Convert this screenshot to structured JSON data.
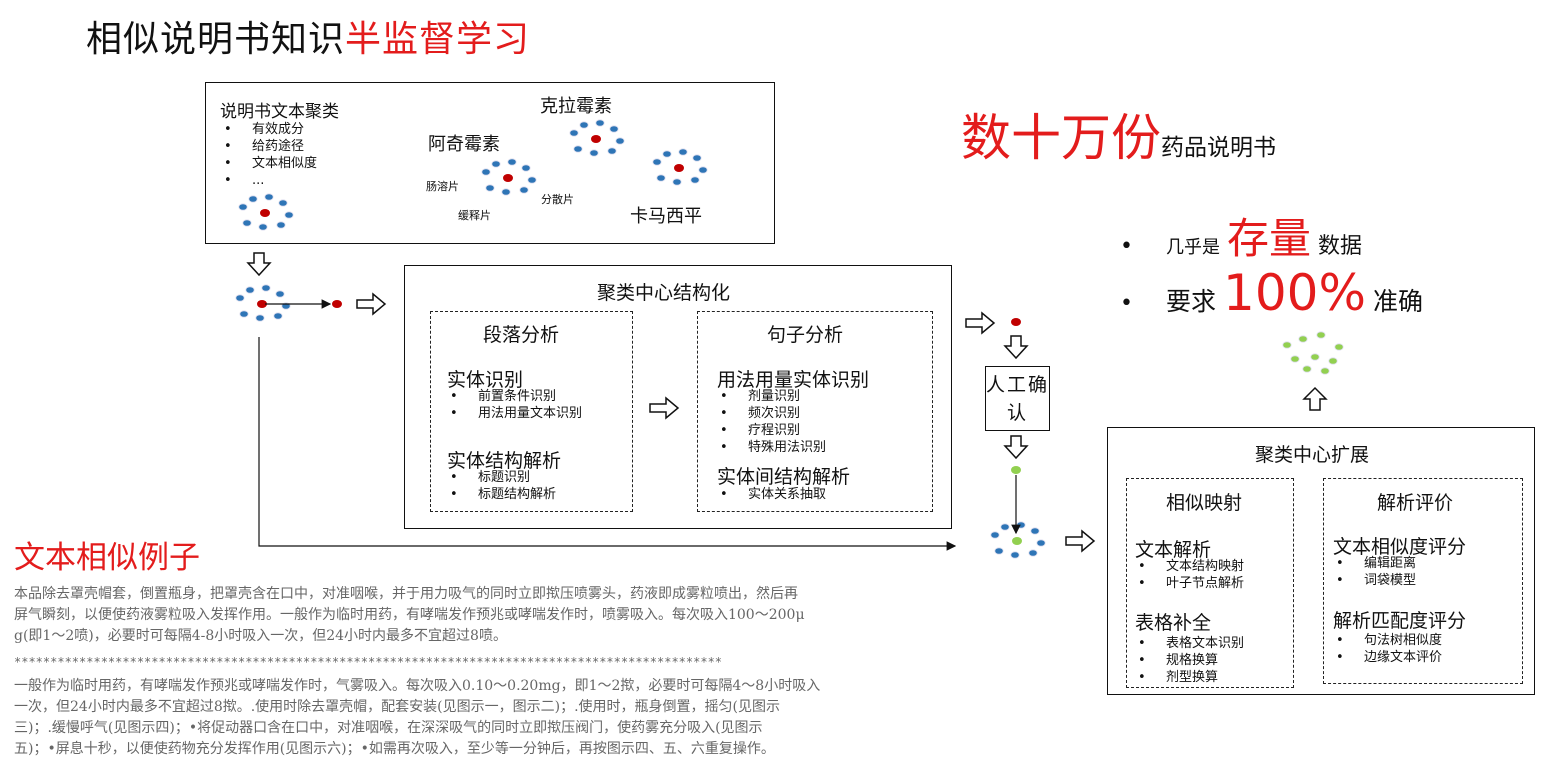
{
  "title": {
    "black": "相似说明书知识",
    "red": "半监督学习"
  },
  "cluster_box": {
    "heading": "说明书文本聚类",
    "bullets": [
      "有效成分",
      "给药途径",
      "文本相似度",
      "..."
    ],
    "drugs": [
      "克拉霉素",
      "阿奇霉素",
      "卡马西平"
    ],
    "forms": [
      "肠溶片",
      "分散片",
      "缓释片"
    ]
  },
  "structure_box": {
    "heading": "聚类中心结构化",
    "paragraph": {
      "title": "段落分析",
      "entity_title": "实体识别",
      "entity_items": [
        "前置条件识别",
        "用法用量文本识别"
      ],
      "struct_title": "实体结构解析",
      "struct_items": [
        "标题识别",
        "标题结构解析"
      ]
    },
    "sentence": {
      "title": "句子分析",
      "entity_title": "用法用量实体识别",
      "entity_items": [
        "剂量识别",
        "频次识别",
        "疗程识别",
        "特殊用法识别"
      ],
      "struct_title": "实体间结构解析",
      "struct_items": [
        "实体关系抽取"
      ]
    }
  },
  "manual_confirm": "人工确认",
  "right_headline": {
    "big": "数十万份",
    "small": "药品说明书"
  },
  "right_points": [
    {
      "pre": "几乎是",
      "big": "存量",
      "post": "数据"
    },
    {
      "pre": "要求",
      "big": "100%",
      "post": "准确"
    }
  ],
  "expand_box": {
    "heading": "聚类中心扩展",
    "mapping": {
      "title": "相似映射",
      "text_title": "文本解析",
      "text_items": [
        "文本结构映射",
        "叶子节点解析"
      ],
      "table_title": "表格补全",
      "table_items": [
        "表格文本识别",
        "规格换算",
        "剂型换算"
      ]
    },
    "evaluation": {
      "title": "解析评价",
      "sim_title": "文本相似度评分",
      "sim_items": [
        "编辑距离",
        "词袋模型"
      ],
      "match_title": "解析匹配度评分",
      "match_items": [
        "句法树相似度",
        "边缘文本评价"
      ]
    }
  },
  "example": {
    "title": "文本相似例子",
    "para1": [
      "本品除去罩壳帽套，倒置瓶身，把罩壳含在口中，对准咽喉，并于用力吸气的同时立即揿压喷雾头，药液即成雾粒喷出，然后再",
      "屏气瞬刻，以便使药液雾粒吸入发挥作用。一般作为临时用药，有哮喘发作预兆或哮喘发作时，喷雾吸入。每次吸入100～200μ",
      "g(即1～2喷)，必要时可每隔4-8小时吸入一次，但24小时内最多不宜超过8喷。"
    ],
    "separator": "**************************************************************************************************",
    "para2": [
      "一般作为临时用药，有哮喘发作预兆或哮喘发作时，气雾吸入。每次吸入0.10～0.20mg，即1～2揿，必要时可每隔4～8小时吸入",
      "一次，但24小时内最多不宜超过8揿。.使用时除去罩壳帽，配套安装(见图示一，图示二)；.使用时，瓶身倒置，摇匀(见图示",
      "三)；.缓慢呼气(见图示四)；•将促动器口含在口中，对准咽喉，在深深吸气的同时立即揿压阀门，使药雾充分吸入(见图示",
      "五)；•屏息十秒，以便使药物充分发挥作用(见图示六)；•如需再次吸入，至少等一分钟后，再按图示四、五、六重复操作。"
    ]
  },
  "colors": {
    "red": "#e31c1c",
    "dot_blue": "#2e75b6",
    "dot_red": "#c00000",
    "dot_green": "#92d050"
  }
}
